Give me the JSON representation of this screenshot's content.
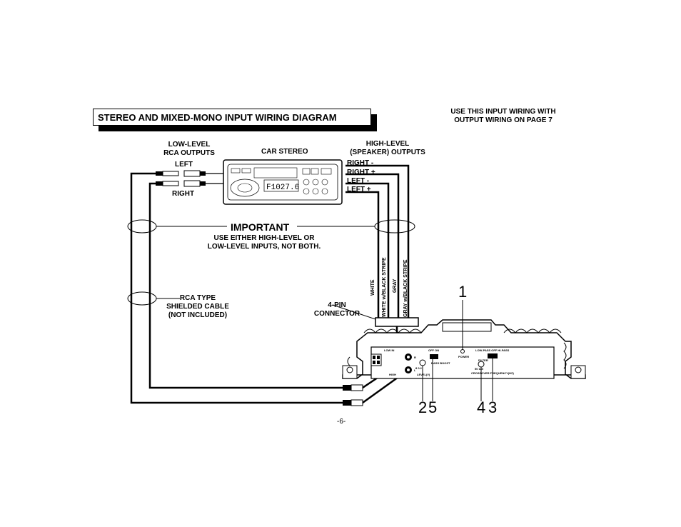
{
  "title": "STEREO AND MIXED-MONO INPUT WIRING DIAGRAM",
  "note_line1": "USE THIS INPUT WIRING WITH",
  "note_line2": "OUTPUT WIRING ON PAGE 7",
  "low_level_line1": "LOW-LEVEL",
  "low_level_line2": "RCA OUTPUTS",
  "left_label": "LEFT",
  "right_label": "RIGHT",
  "car_stereo": "CAR STEREO",
  "high_level_line1": "HIGH-LEVEL",
  "high_level_line2": "(SPEAKER) OUTPUTS",
  "speaker_terminals": [
    "RIGHT -",
    "RIGHT +",
    "LEFT -",
    "LEFT +"
  ],
  "important": "IMPORTANT",
  "important_line1": "USE EITHER HIGH-LEVEL OR",
  "important_line2": "LOW-LEVEL INPUTS, NOT BOTH.",
  "rca_line1": "RCA TYPE",
  "rca_line2": "SHIELDED CABLE",
  "rca_line3": "(NOT INCLUDED)",
  "connector_line1": "4-PIN",
  "connector_line2": "CONNECTOR",
  "wire_colors": [
    "WHITE",
    "WHITE w/BLACK STRIPE",
    "GRAY",
    "GRAY w/BLACK STRIPE"
  ],
  "callouts": [
    "1",
    "2",
    "5",
    "4",
    "3"
  ],
  "page_number": "-6-",
  "radio_display": "F1027.6",
  "amp_labels": {
    "low_in": "LOW IN",
    "high": "HIGH",
    "r": "R",
    "l": "L",
    "level": "LEVEL(V)",
    "bass_boost": "BASS BOOST",
    "off_on": "OFF ON",
    "power": "POWER",
    "filter_modes": "LOW-PASS OFF HI-PASS",
    "filter": "FILTER",
    "crossover": "CROSSOVER FREQUENCY(HZ)",
    "level_range": "8  0.2",
    "crossover_range": "50  180"
  }
}
